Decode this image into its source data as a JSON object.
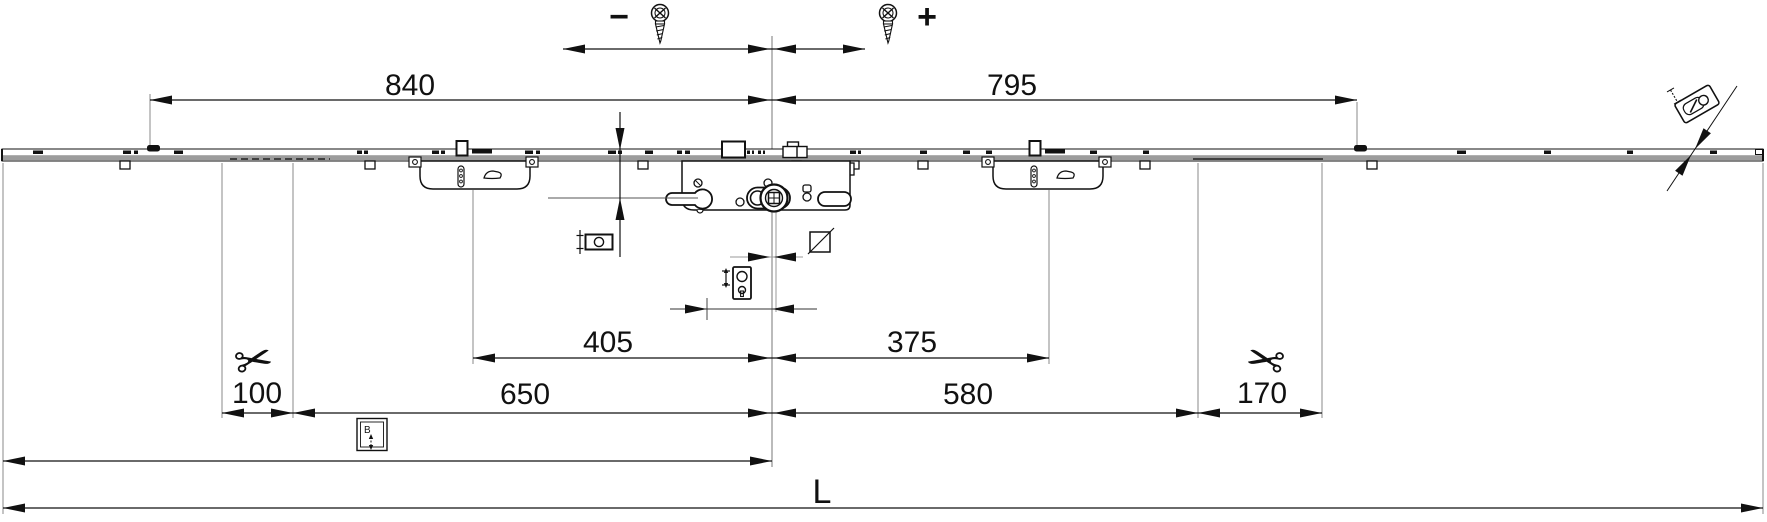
{
  "dimensions": {
    "adjust_minus": "−",
    "adjust_plus": "+",
    "top_left": "840",
    "top_right": "795",
    "mid_left": "405",
    "mid_right": "375",
    "lower_left": "650",
    "lower_right": "580",
    "cut_left": "100",
    "cut_right": "170",
    "total_length": "L"
  },
  "icons": {
    "scissors_glyph": "✂",
    "handle_height_label": "B",
    "names": [
      "screw-icon",
      "scissors-icon",
      "handle-height-icon",
      "spindle-square-icon",
      "cylinder-side-icon",
      "cylinder-front-icon",
      "end-cap-icon"
    ]
  },
  "colors": {
    "line": "#111111",
    "rail_gray": "#9c9c9c",
    "extension_line": "#888888",
    "background": "#ffffff"
  }
}
